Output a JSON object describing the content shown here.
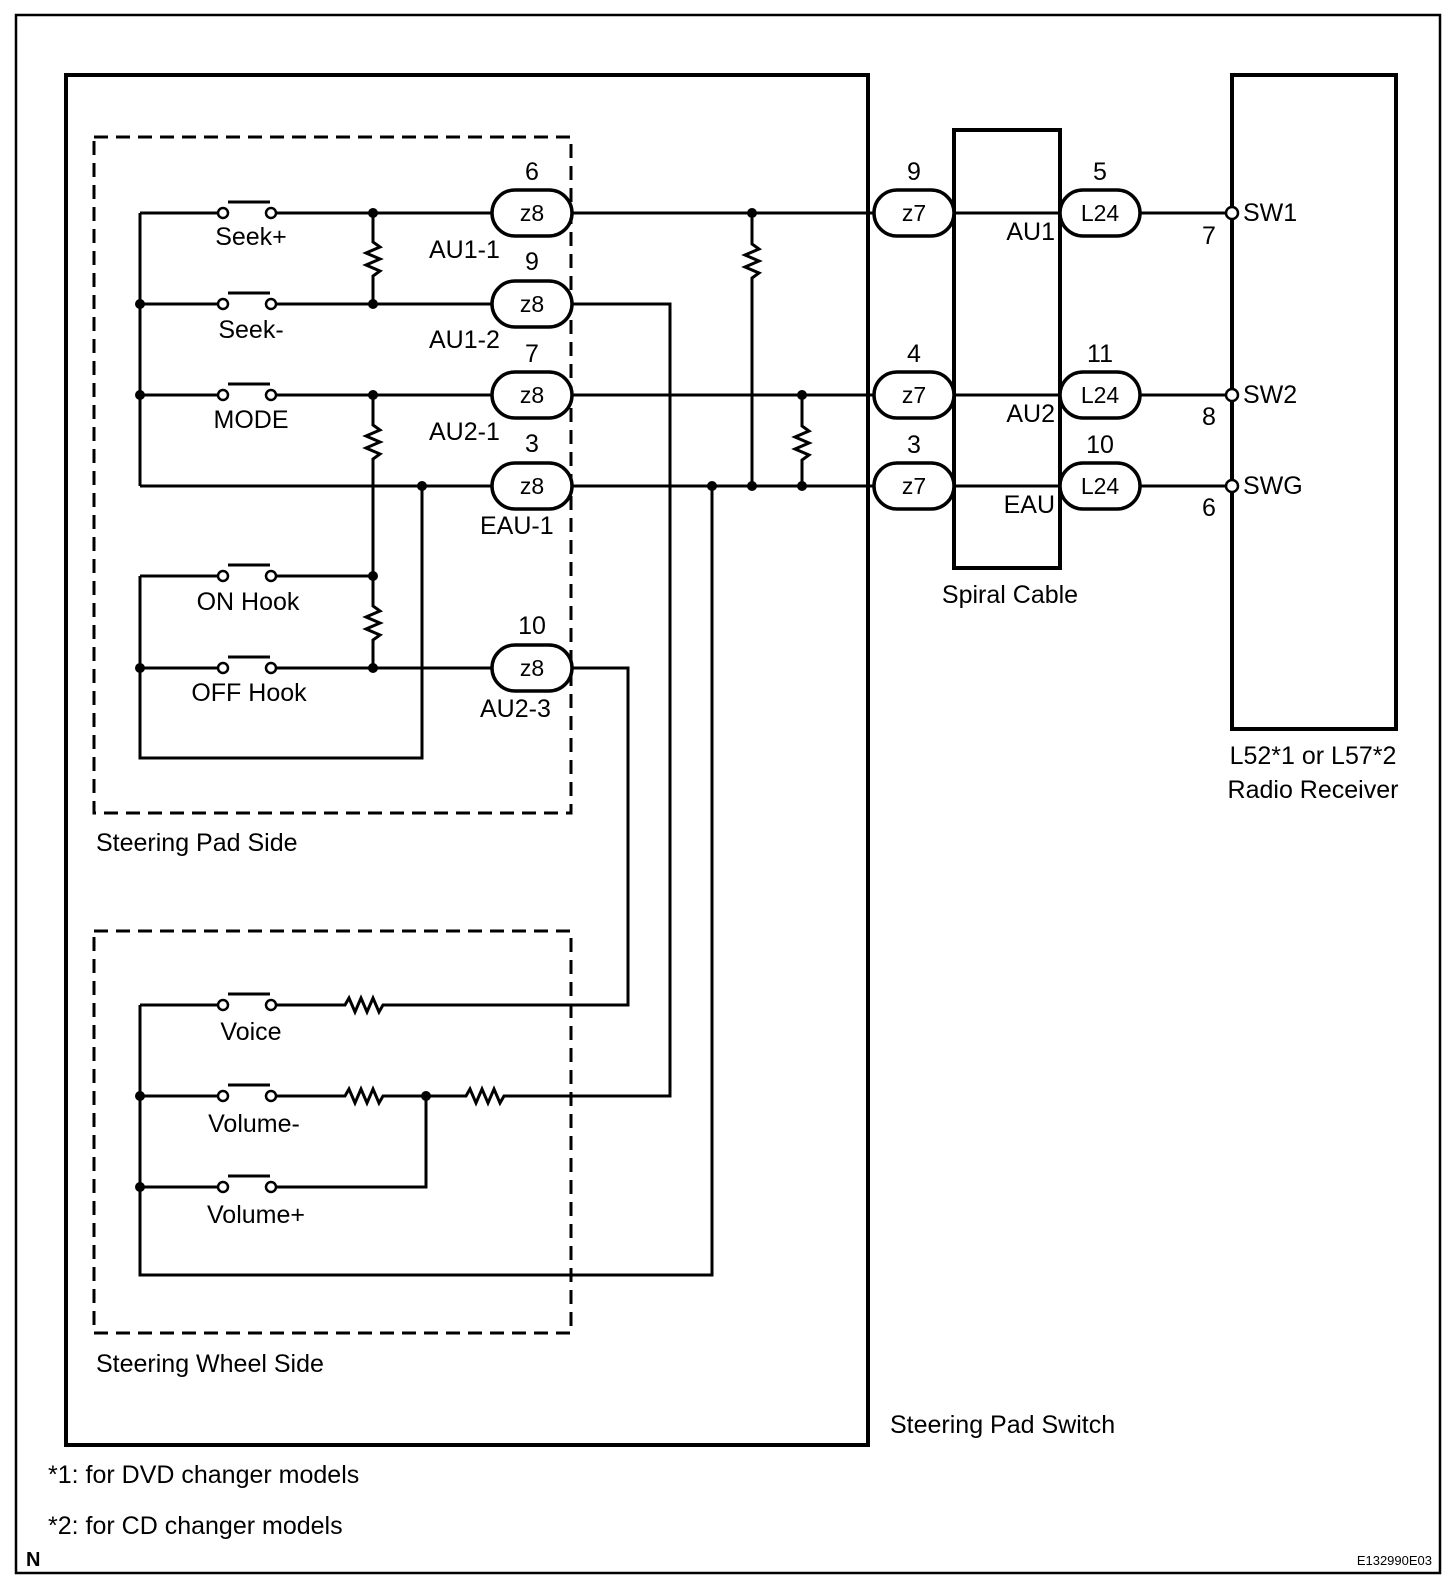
{
  "titles": {
    "steering_pad_side": "Steering Pad Side",
    "steering_wheel_side": "Steering Wheel Side",
    "steering_pad_switch": "Steering Pad Switch",
    "spiral_cable": "Spiral Cable",
    "receiver_line1": "L52*1 or L57*2",
    "receiver_line2": "Radio Receiver"
  },
  "switches": {
    "seek_plus": "Seek+",
    "seek_minus": "Seek-",
    "mode": "MODE",
    "on_hook": "ON Hook",
    "off_hook": "OFF Hook",
    "voice": "Voice",
    "volume_minus": "Volume-",
    "volume_plus": "Volume+"
  },
  "z8": [
    {
      "pin": "6",
      "code": "z8",
      "signal": "AU1-1"
    },
    {
      "pin": "9",
      "code": "z8",
      "signal": "AU1-2"
    },
    {
      "pin": "7",
      "code": "z8",
      "signal": "AU2-1"
    },
    {
      "pin": "3",
      "code": "z8",
      "signal": "EAU-1"
    },
    {
      "pin": "10",
      "code": "z8",
      "signal": "AU2-3"
    }
  ],
  "z7": [
    {
      "pin": "9",
      "code": "z7"
    },
    {
      "pin": "4",
      "code": "z7"
    },
    {
      "pin": "3",
      "code": "z7"
    }
  ],
  "spiral_signals": [
    "AU1",
    "AU2",
    "EAU"
  ],
  "l24": [
    {
      "pin": "5",
      "code": "L24"
    },
    {
      "pin": "11",
      "code": "L24"
    },
    {
      "pin": "10",
      "code": "L24"
    }
  ],
  "receiver_pins": [
    {
      "pin": "7",
      "name": "SW1"
    },
    {
      "pin": "8",
      "name": "SW2"
    },
    {
      "pin": "6",
      "name": "SWG"
    }
  ],
  "notes": {
    "note1": "*1: for DVD changer models",
    "note2": "*2: for CD changer models"
  },
  "corner_mark": "N",
  "figure_code": "E132990E03"
}
